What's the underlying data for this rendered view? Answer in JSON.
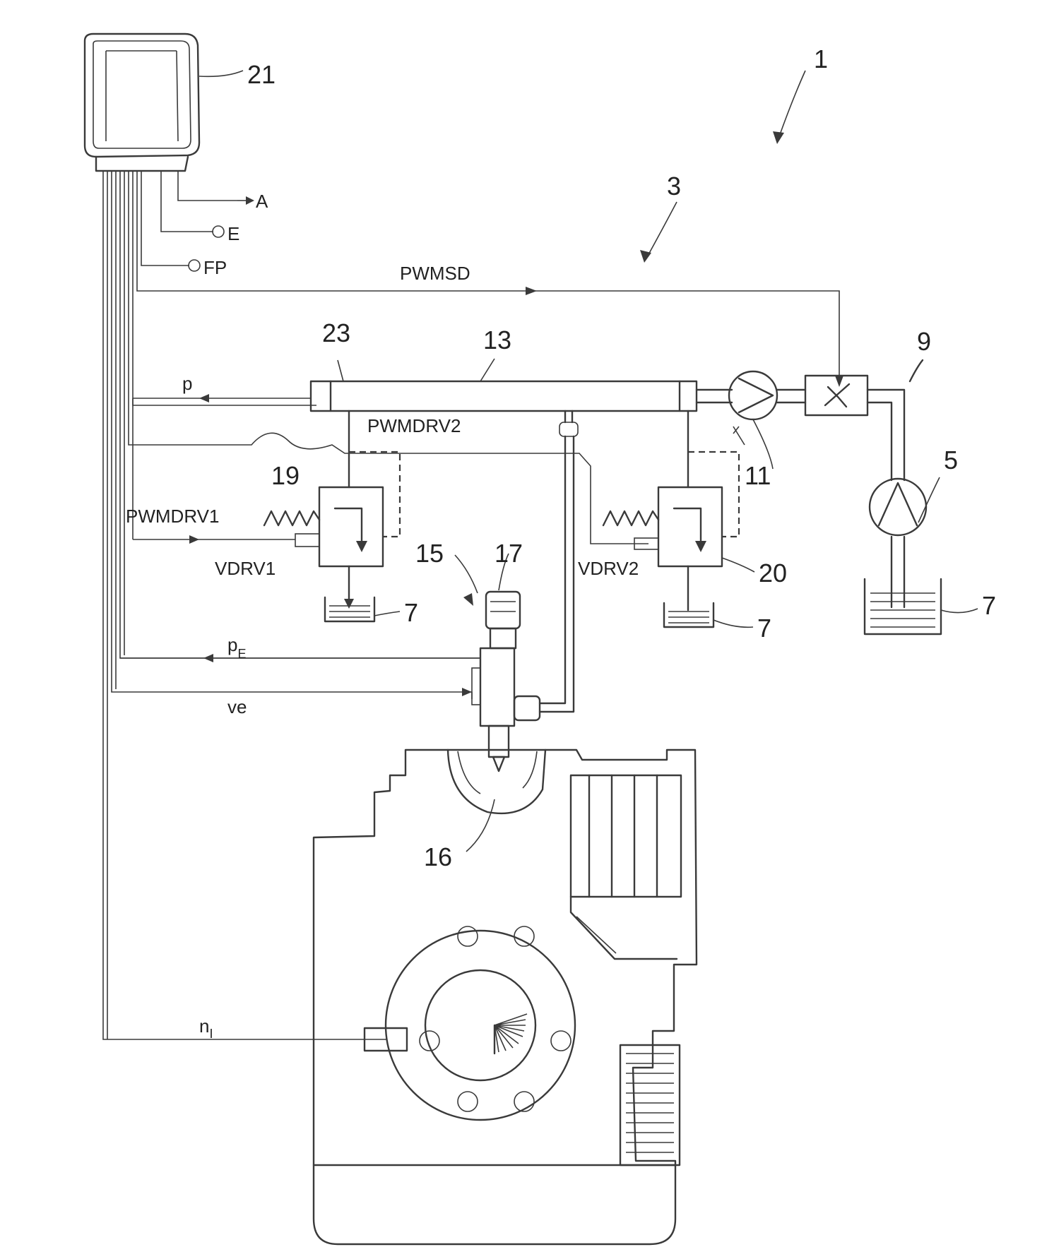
{
  "labels": {
    "system": "1",
    "injection_system": "3",
    "high_pressure_pump_feed": "5",
    "tank": "7",
    "low_pressure_line": "9",
    "high_pressure_pump": "11",
    "rail": "13",
    "injector": "15",
    "combustion_chamber": "16",
    "injector_memory": "17",
    "valve_1": "19",
    "valve_2": "20",
    "control_unit": "21",
    "rail_pressure_sensor": "23"
  },
  "signals": {
    "output_a": "A",
    "input_e": "E",
    "input_fp": "FP",
    "suction_throttle": "PWMSD",
    "rail_pressure": "p",
    "valve2_pwm": "PWMDRV2",
    "valve1_pwm": "PWMDRV1",
    "valve1_name": "VDRV1",
    "valve2_name": "VDRV2",
    "injector_pressure_main": "p",
    "injector_pressure_sub": "E",
    "injection_signal": "ve",
    "engine_speed_main": "n",
    "engine_speed_sub": "I"
  },
  "colors": {
    "line": "#3a3a3a",
    "text": "#222222",
    "fuel": "#6a6a6a"
  }
}
